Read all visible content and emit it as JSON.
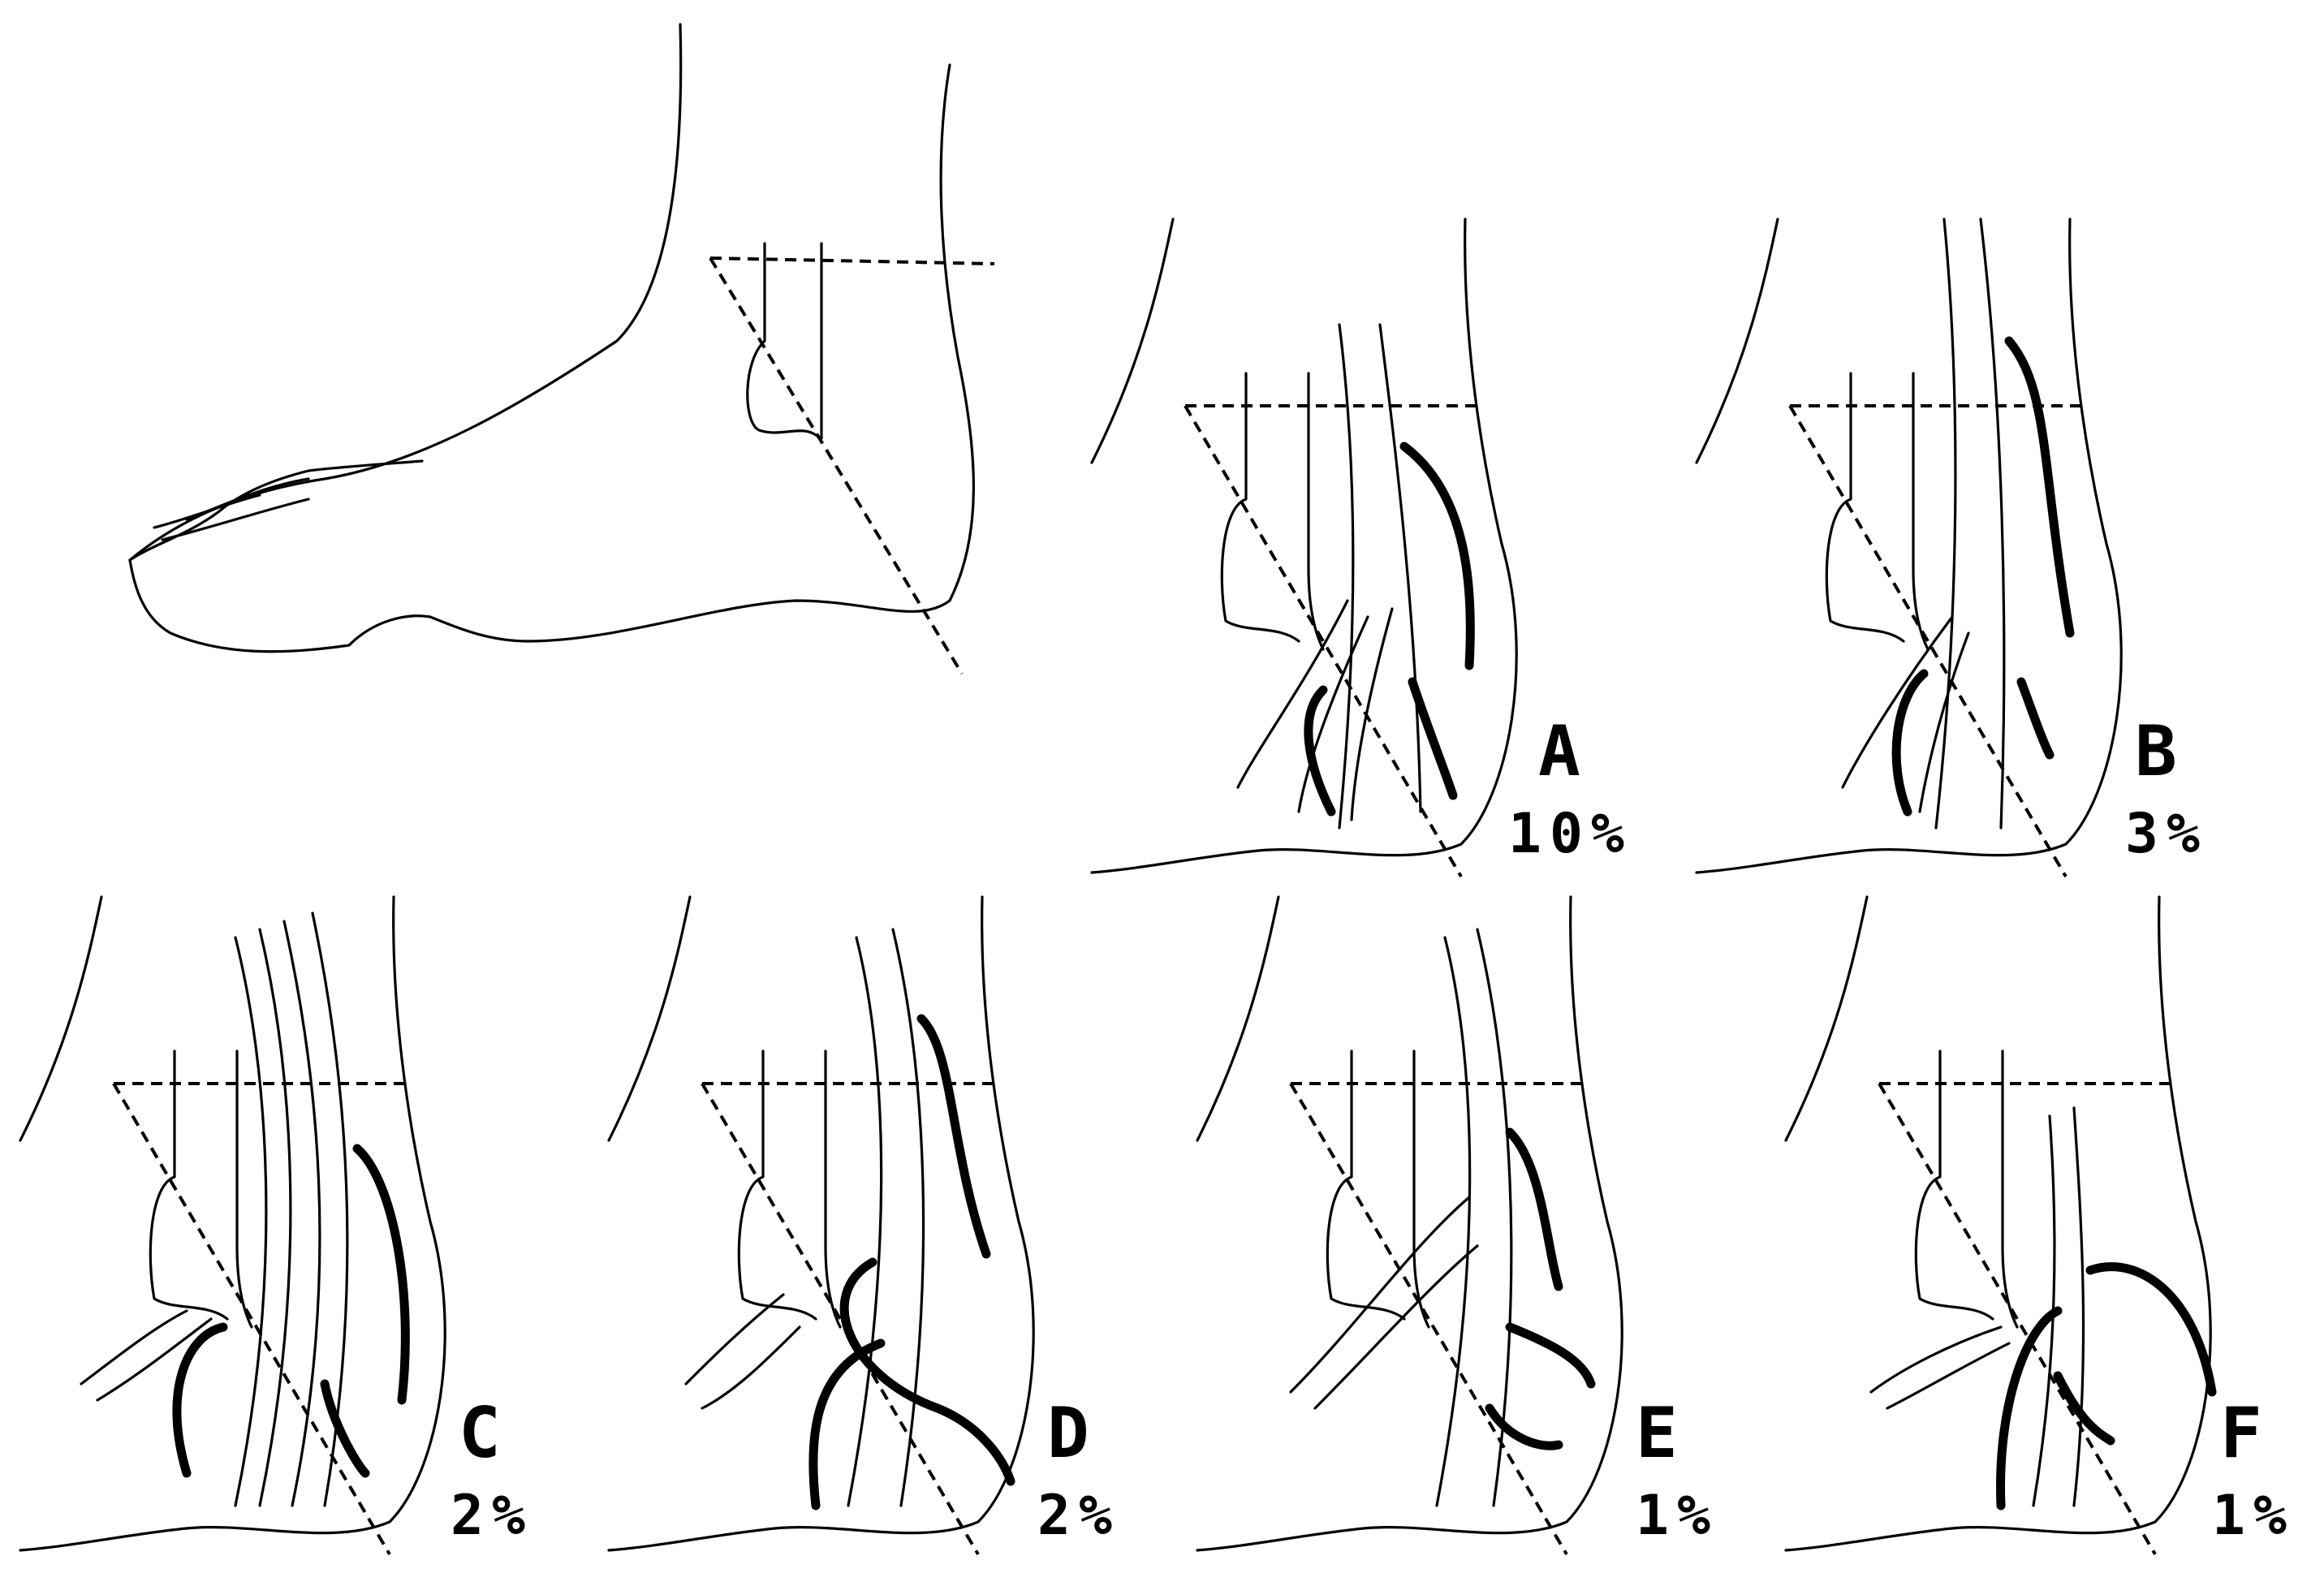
{
  "figure": {
    "panels": [
      {
        "letter": "A",
        "percent": "10%"
      },
      {
        "letter": "B",
        "percent": "3%"
      },
      {
        "letter": "C",
        "percent": "2%"
      },
      {
        "letter": "D",
        "percent": "2%"
      },
      {
        "letter": "E",
        "percent": "1%"
      },
      {
        "letter": "F",
        "percent": "1%"
      }
    ]
  }
}
